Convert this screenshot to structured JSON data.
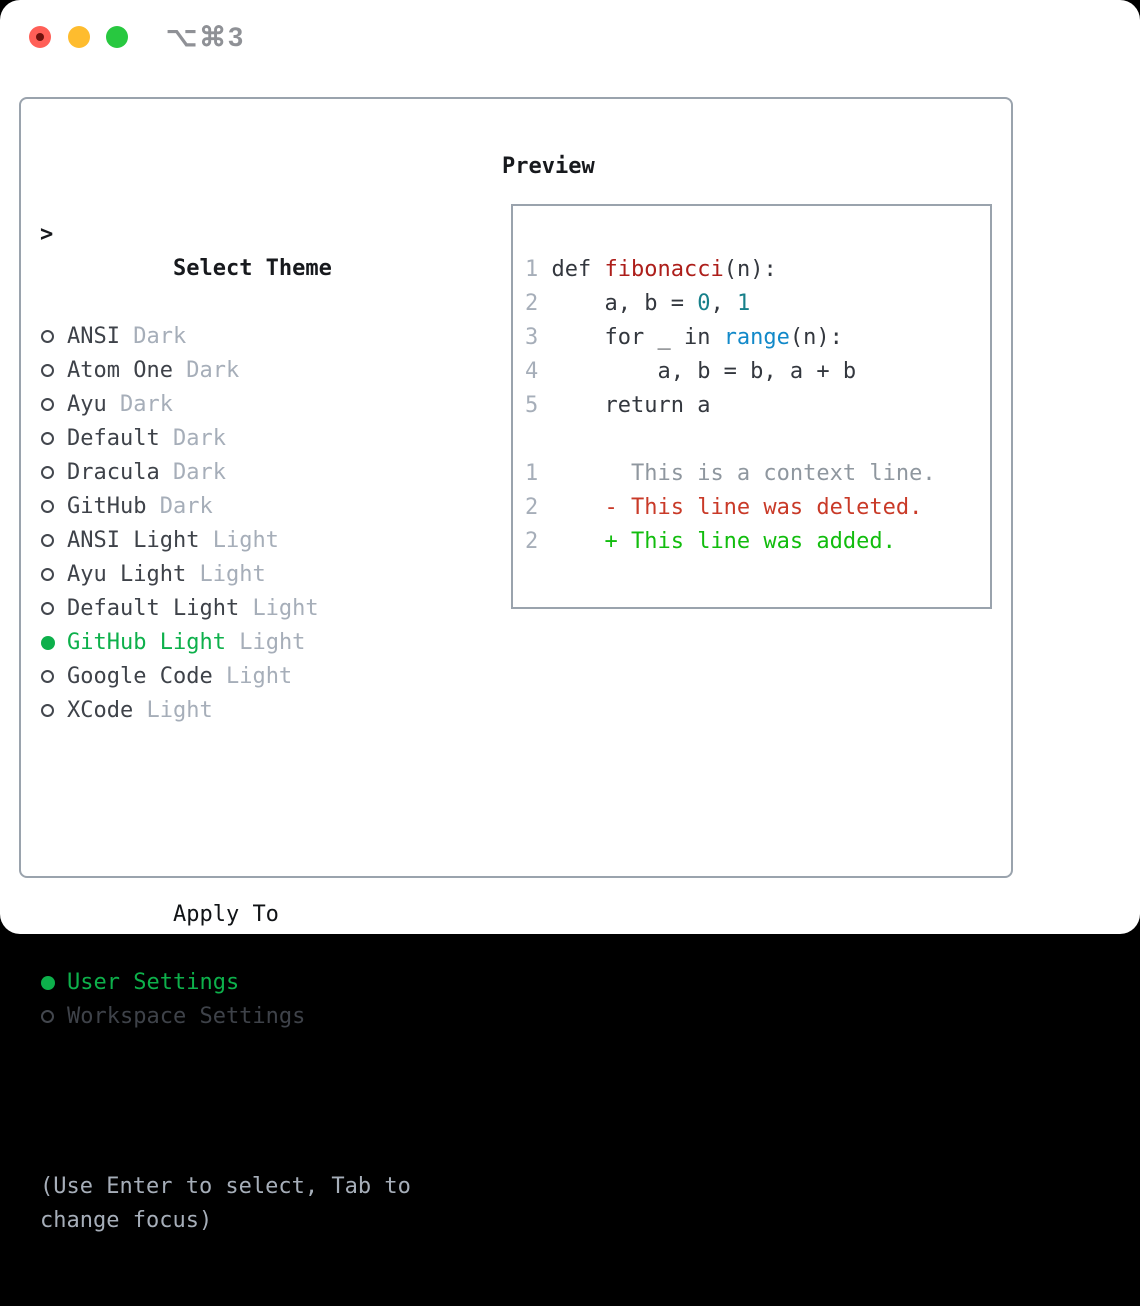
{
  "window": {
    "shortcut_label": "⌥⌘3",
    "traffic_lights": [
      "close",
      "minimize",
      "zoom"
    ]
  },
  "colors": {
    "accent_green": "#0db04b",
    "added_green": "#12bd0e",
    "deleted_red": "#c93a28",
    "func_red": "#ad1e1a",
    "number_teal": "#17808a",
    "builtin_blue": "#1289c9",
    "muted_gray": "#a6aeb9",
    "code_dark": "#33373e",
    "context_gray": "#8f979f",
    "panel_border": "#9aa3ad",
    "traffic_red": "#ff5f57",
    "traffic_yellow": "#febc2e",
    "traffic_green": "#28c840"
  },
  "theme_panel": {
    "select_heading": {
      "prompt": ">",
      "label": "Select Theme"
    },
    "themes": [
      {
        "name": "ANSI",
        "tag": "Dark",
        "selected": false
      },
      {
        "name": "Atom One",
        "tag": "Dark",
        "selected": false
      },
      {
        "name": "Ayu",
        "tag": "Dark",
        "selected": false
      },
      {
        "name": "Default",
        "tag": "Dark",
        "selected": false
      },
      {
        "name": "Dracula",
        "tag": "Dark",
        "selected": false
      },
      {
        "name": "GitHub",
        "tag": "Dark",
        "selected": false
      },
      {
        "name": "ANSI Light",
        "tag": "Light",
        "selected": false
      },
      {
        "name": "Ayu Light",
        "tag": "Light",
        "selected": false
      },
      {
        "name": "Default Light",
        "tag": "Light",
        "selected": false
      },
      {
        "name": "GitHub Light",
        "tag": "Light",
        "selected": true
      },
      {
        "name": "Google Code",
        "tag": "Light",
        "selected": false
      },
      {
        "name": "XCode",
        "tag": "Light",
        "selected": false
      }
    ],
    "apply_to": {
      "heading": "Apply To",
      "options": [
        {
          "label": "User Settings",
          "selected": true
        },
        {
          "label": "Workspace Settings",
          "selected": false
        }
      ]
    },
    "hint": "(Use Enter to select, Tab to change focus)"
  },
  "preview": {
    "heading": "Preview",
    "lines": [
      {
        "num": "1",
        "tokens": [
          {
            "t": "def ",
            "c": "code_dark"
          },
          {
            "t": "fibonacci",
            "c": "func_red"
          },
          {
            "t": "(n):",
            "c": "code_dark"
          }
        ]
      },
      {
        "num": "2",
        "tokens": [
          {
            "t": "    a, b = ",
            "c": "code_dark"
          },
          {
            "t": "0",
            "c": "number_teal"
          },
          {
            "t": ", ",
            "c": "code_dark"
          },
          {
            "t": "1",
            "c": "number_teal"
          }
        ]
      },
      {
        "num": "3",
        "tokens": [
          {
            "t": "    for _ in ",
            "c": "code_dark"
          },
          {
            "t": "range",
            "c": "builtin_blue"
          },
          {
            "t": "(n):",
            "c": "code_dark"
          }
        ]
      },
      {
        "num": "4",
        "tokens": [
          {
            "t": "        a, b = b, a + b",
            "c": "code_dark"
          }
        ]
      },
      {
        "num": "5",
        "tokens": [
          {
            "t": "    return a",
            "c": "code_dark"
          }
        ]
      },
      {
        "num": "",
        "tokens": []
      },
      {
        "num": "1",
        "tokens": [
          {
            "t": "      This is a context line.",
            "c": "context_gray"
          }
        ]
      },
      {
        "num": "2",
        "tokens": [
          {
            "t": "    - This line was deleted.",
            "c": "deleted_red"
          }
        ]
      },
      {
        "num": "2",
        "tokens": [
          {
            "t": "    + This line was added.",
            "c": "added_green"
          }
        ]
      }
    ]
  }
}
